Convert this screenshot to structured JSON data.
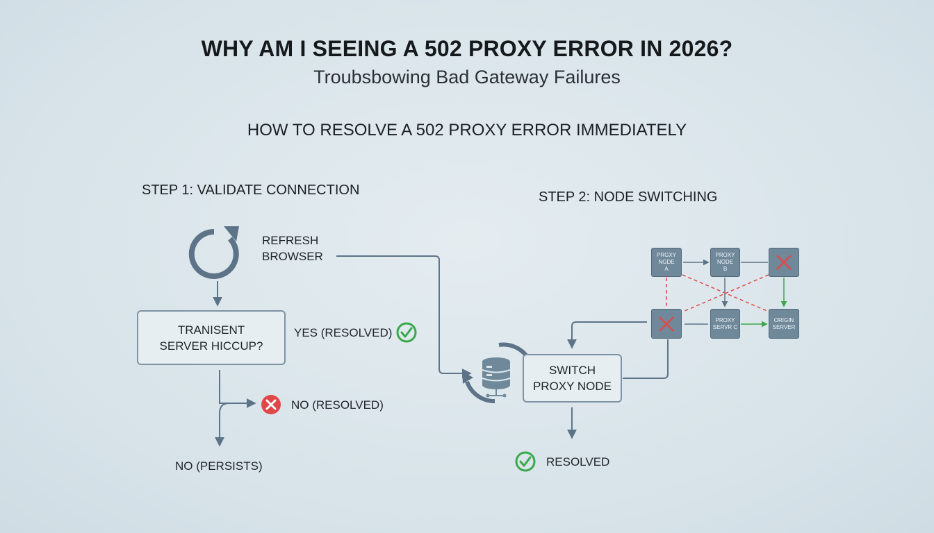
{
  "header": {
    "title": "WHY AM I SEEING A 502 PROXY ERROR IN 2026?",
    "subtitle": "Troubsbowing Bad Gateway Failures",
    "heading": "HOW TO RESOLVE A 502 PROXY ERROR IMMEDIATELY"
  },
  "step1": {
    "title": "STEP 1: VALIDATE CONNECTION",
    "refresh_line1": "REFRESH",
    "refresh_line2": "BROWSER",
    "decision_line1": "TRANISENT",
    "decision_line2": "SERVER HICCUP?",
    "yes_label": "YES (RESOLVED)",
    "no_resolved_label": "NO (RESOLVED)",
    "no_persists_label": "NO (PERSISTS)",
    "icons": [
      "refresh-icon",
      "check-circle-icon",
      "x-circle-icon"
    ]
  },
  "step2": {
    "title": "STEP 2: NODE SWITCHING",
    "switch_line1": "SWITCH",
    "switch_line2": "PROXY NODE",
    "resolved_label": "RESOLVED",
    "icons": [
      "database-sync-icon",
      "check-circle-icon"
    ],
    "network": {
      "node_a": [
        "PRGXY",
        "NGDE",
        "A"
      ],
      "node_b": [
        "PROXY",
        "NODE",
        "B"
      ],
      "node_c": [
        "PROXY SERVR C"
      ],
      "origin": [
        "ORIGIN",
        "SERVER"
      ]
    }
  },
  "colors": {
    "line": "#5d7488",
    "success": "#3aa84a",
    "error": "#e04848",
    "node_fill": "#6f889a"
  }
}
